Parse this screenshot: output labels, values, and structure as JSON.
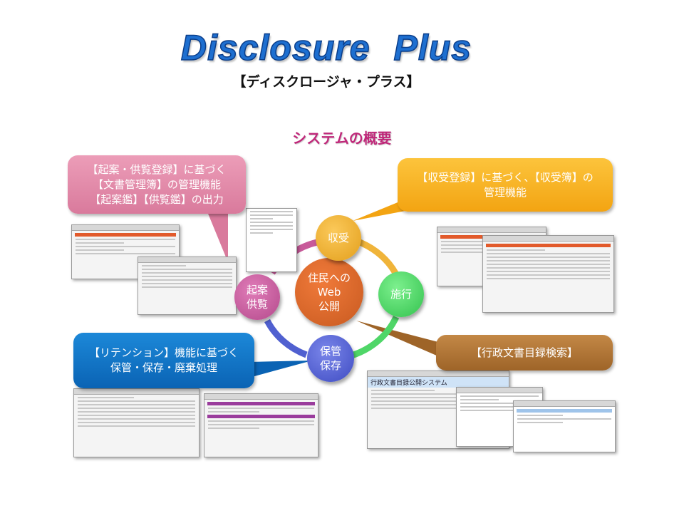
{
  "header": {
    "title": "Disclosure  Plus",
    "subtitle": "【ディスクロージャ・プラス】",
    "section_title": "システムの概要"
  },
  "callouts": {
    "drafting": [
      "【起案・供覧登録】に基づく",
      "【文書管理簿】の管理機能",
      "【起案鑑】【供覧鑑】の出力"
    ],
    "receipt": [
      "【収受登録】に基づく、【収受簿】の",
      "管理機能"
    ],
    "retention": [
      "【リテンション】機能に基づく",
      "保管・保存・廃棄処理"
    ],
    "search": [
      "【行政文書目録検索】"
    ]
  },
  "cycle": {
    "center": [
      "住民への",
      "Web",
      "公開"
    ],
    "nodes": {
      "receipt": [
        "収受"
      ],
      "enforcement": [
        "施行"
      ],
      "storage": [
        "保管",
        "保存"
      ],
      "drafting": [
        "起案",
        "供覧"
      ]
    }
  },
  "colors": {
    "title": "#1e6fd0",
    "section": "#c0287a",
    "pink": "#de85a5",
    "orange": "#f5ad1e",
    "blue": "#1274c4",
    "brown": "#a86e30",
    "green": "#4fd668",
    "ring_purple": "#5060d0",
    "center": "#e0652a"
  },
  "screenshots": {
    "search_system_title": "行政文書目録公開システム"
  }
}
